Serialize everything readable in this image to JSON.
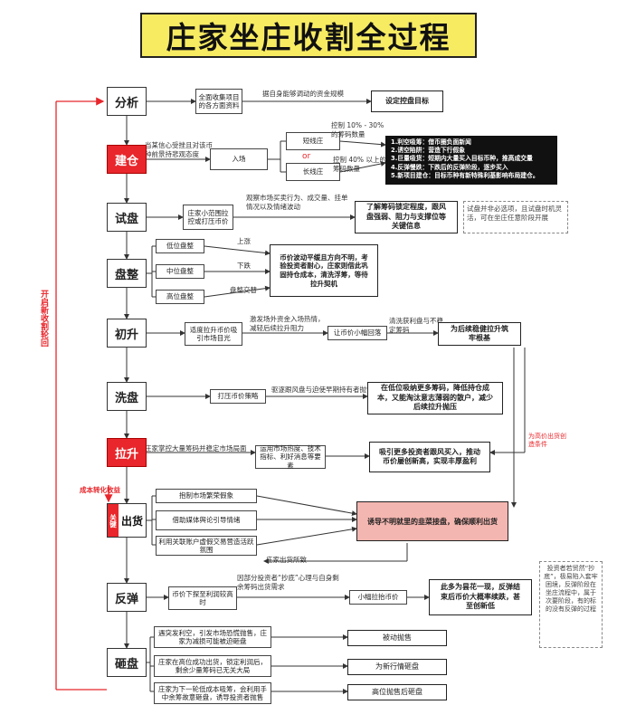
{
  "title": "庄家坐庄收割全过程",
  "stages": {
    "analysis": "分析",
    "build": "建仓",
    "test": "试盘",
    "consolidate": "盘整",
    "initial_rise": "初升",
    "wash": "洗盘",
    "pull_up": "拉升",
    "ship_key": "关键",
    "ship": "出货",
    "rebound": "反弹",
    "smash": "砸盘"
  },
  "analysis": {
    "box1": "全面收集项目的各方面资料",
    "text1": "据自身能够调动的资金规模",
    "target": "设定控盘目标"
  },
  "build": {
    "left_text": "当某信心受挫且对该币种前景持悲观态度",
    "enter": "入场",
    "short": "短线庄",
    "or": "or",
    "long": "长线庄",
    "short_ctrl": "控制 10% - 30% 的筹码数量",
    "long_ctrl": "控制 40% 以上的筹码数量",
    "list": [
      "1.利空吸筹：借币圈负面新闻",
      "2.诱空陷阱：营造下行假象",
      "3.巨量吸货：短期内大量买入目标币种，推高成交量",
      "4.反弹慢跌：下跌后的反弹阶段，逐步买入",
      "5.新项目建仓：目标币种有新特殊利基影响布局建仓。"
    ]
  },
  "test": {
    "box1": "庄家小范围拉控或打压币价",
    "text1": "观察市场买卖行为、成交量、挂单情况以及情绪波动",
    "result": "了解筹码锁定程度，跟风盘强弱、阻力与支撑位等关键信息",
    "note": "试盘并非必选项，且试盘时机灵活，可在坐庄任意阶段开展"
  },
  "consolidate": {
    "low": "低位盘整",
    "mid": "中位盘整",
    "high": "高位盘整",
    "up": "上涨",
    "down": "下跌",
    "range": "盘整交替",
    "result": "币价波动平缓且方向不明，考验投资者耐心，庄家则借此巩固持仓成本，清洗浮筹，等待拉升契机"
  },
  "initial_rise": {
    "box1": "适度拉升币价吸引市场目光",
    "text1": "激发场外资金入场热情，减轻后续拉升阻力",
    "box2": "让币价小幅回落",
    "text2": "清洗获利盘与不稳定筹码",
    "result": "为后续稳健拉升筑牢根基"
  },
  "wash": {
    "box1": "打压币价策略",
    "text1": "驱逐跟风盘与迫使早期持有者抛售",
    "result": "在低位吸纳更多筹码，降低持仓成本，又能淘汰意志薄弱的散户，减少后续拉升抛压",
    "side": "为高价出货创造条件"
  },
  "pull_up": {
    "left_text": "庄家掌控大量筹码并稳定市场局面",
    "box1": "运用市场热度、技术指标、利好消息等要素",
    "result": "吸引更多投资者跟风买入，推动币价屡创新高，实现丰厚盈利",
    "label": "成本转化收益"
  },
  "ship": {
    "items": [
      "抱制市场繁荣假象",
      "借助媒体舆论引导情绪",
      "利用关联账户虚假交易营造活跃氛围"
    ],
    "result": "诱导不明就里的韭菜接盘，确保顺利出货",
    "after": "庄家出货所致"
  },
  "rebound": {
    "box1": "币价下探至利润较高时",
    "text1": "因部分投资者“抄底”心理与自身剩余筹码出货需求",
    "box2": "小幅拉抬币价",
    "result": "此多为昙花一现，反弹结束后币价大概率续跌，甚至创新低",
    "note": "投资者若贸然“抄底”，极易陷入套牢困境，反弹阶段在坐庄流程中，属于次要阶段，有的标的没有反弹的过程"
  },
  "smash": {
    "items": [
      "遇突发利空，引发市场恐慌抛售，庄家为减损可能被迫砸盘",
      "庄家在高位成功出货，锁定利润后，剩余少量筹码已无关大局",
      "庄家为下一轮低成本吸筹，会利用手中余筹故意砸盘，诱导投资者抛售"
    ],
    "results": [
      "被动抛售",
      "为新行情砸盘",
      "高位抛售后砸盘"
    ]
  },
  "loop_label": "开启新收割轮回",
  "colors": {
    "title_bg": "#f7eb62",
    "accent": "#e8262b"
  }
}
